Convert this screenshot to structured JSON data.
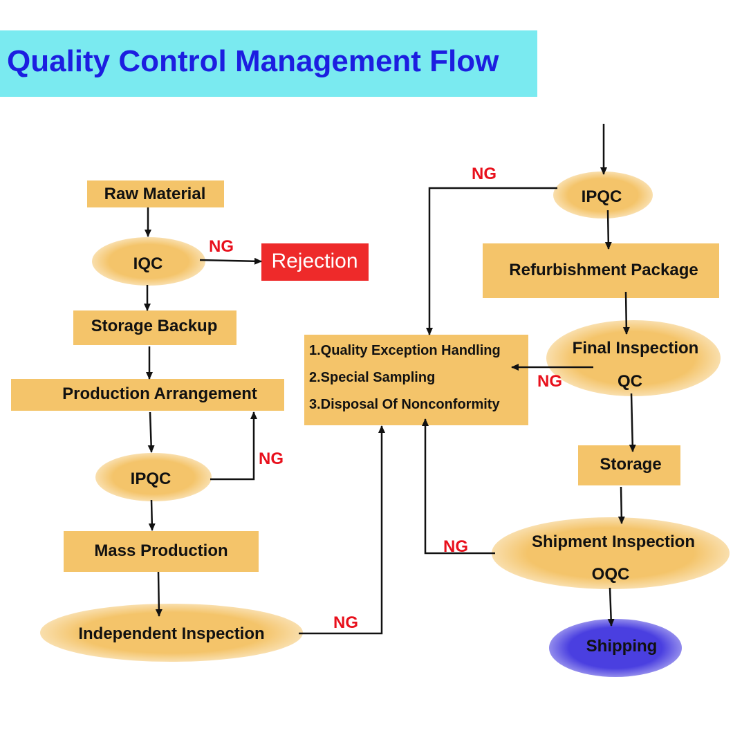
{
  "title": "Quality Control Management Flow",
  "colors": {
    "title_bg": "#7aeaf0",
    "title_text": "#1c1ee0",
    "node_fill": "#f4c46a",
    "rejection_fill": "#ee2a2a",
    "shipping_fill": "#4a3fe0",
    "ng_text": "#e8101c"
  },
  "nodes": {
    "raw_material": "Raw Material",
    "iqc": "IQC",
    "rejection": "Rejection",
    "storage_backup": "Storage Backup",
    "production_arrangement": "Production Arrangement",
    "ipqc_left": "IPQC",
    "mass_production": "Mass Production",
    "independent_inspection": "Independent Inspection",
    "ipqc_right": "IPQC",
    "refurbishment_package": "Refurbishment Package",
    "final_inspection": "Final Inspection",
    "final_inspection_sub": "QC",
    "storage": "Storage",
    "shipment_inspection": "Shipment Inspection",
    "shipment_inspection_sub": "OQC",
    "shipping": "Shipping"
  },
  "handling": {
    "items": [
      "1.Quality Exception Handling",
      "2.Special Sampling",
      "3.Disposal Of Nonconformity"
    ]
  },
  "ng_labels": {
    "iqc": "NG",
    "ipqc_left": "NG",
    "independent": "NG",
    "ipqc_right": "NG",
    "final": "NG",
    "shipment": "NG"
  }
}
